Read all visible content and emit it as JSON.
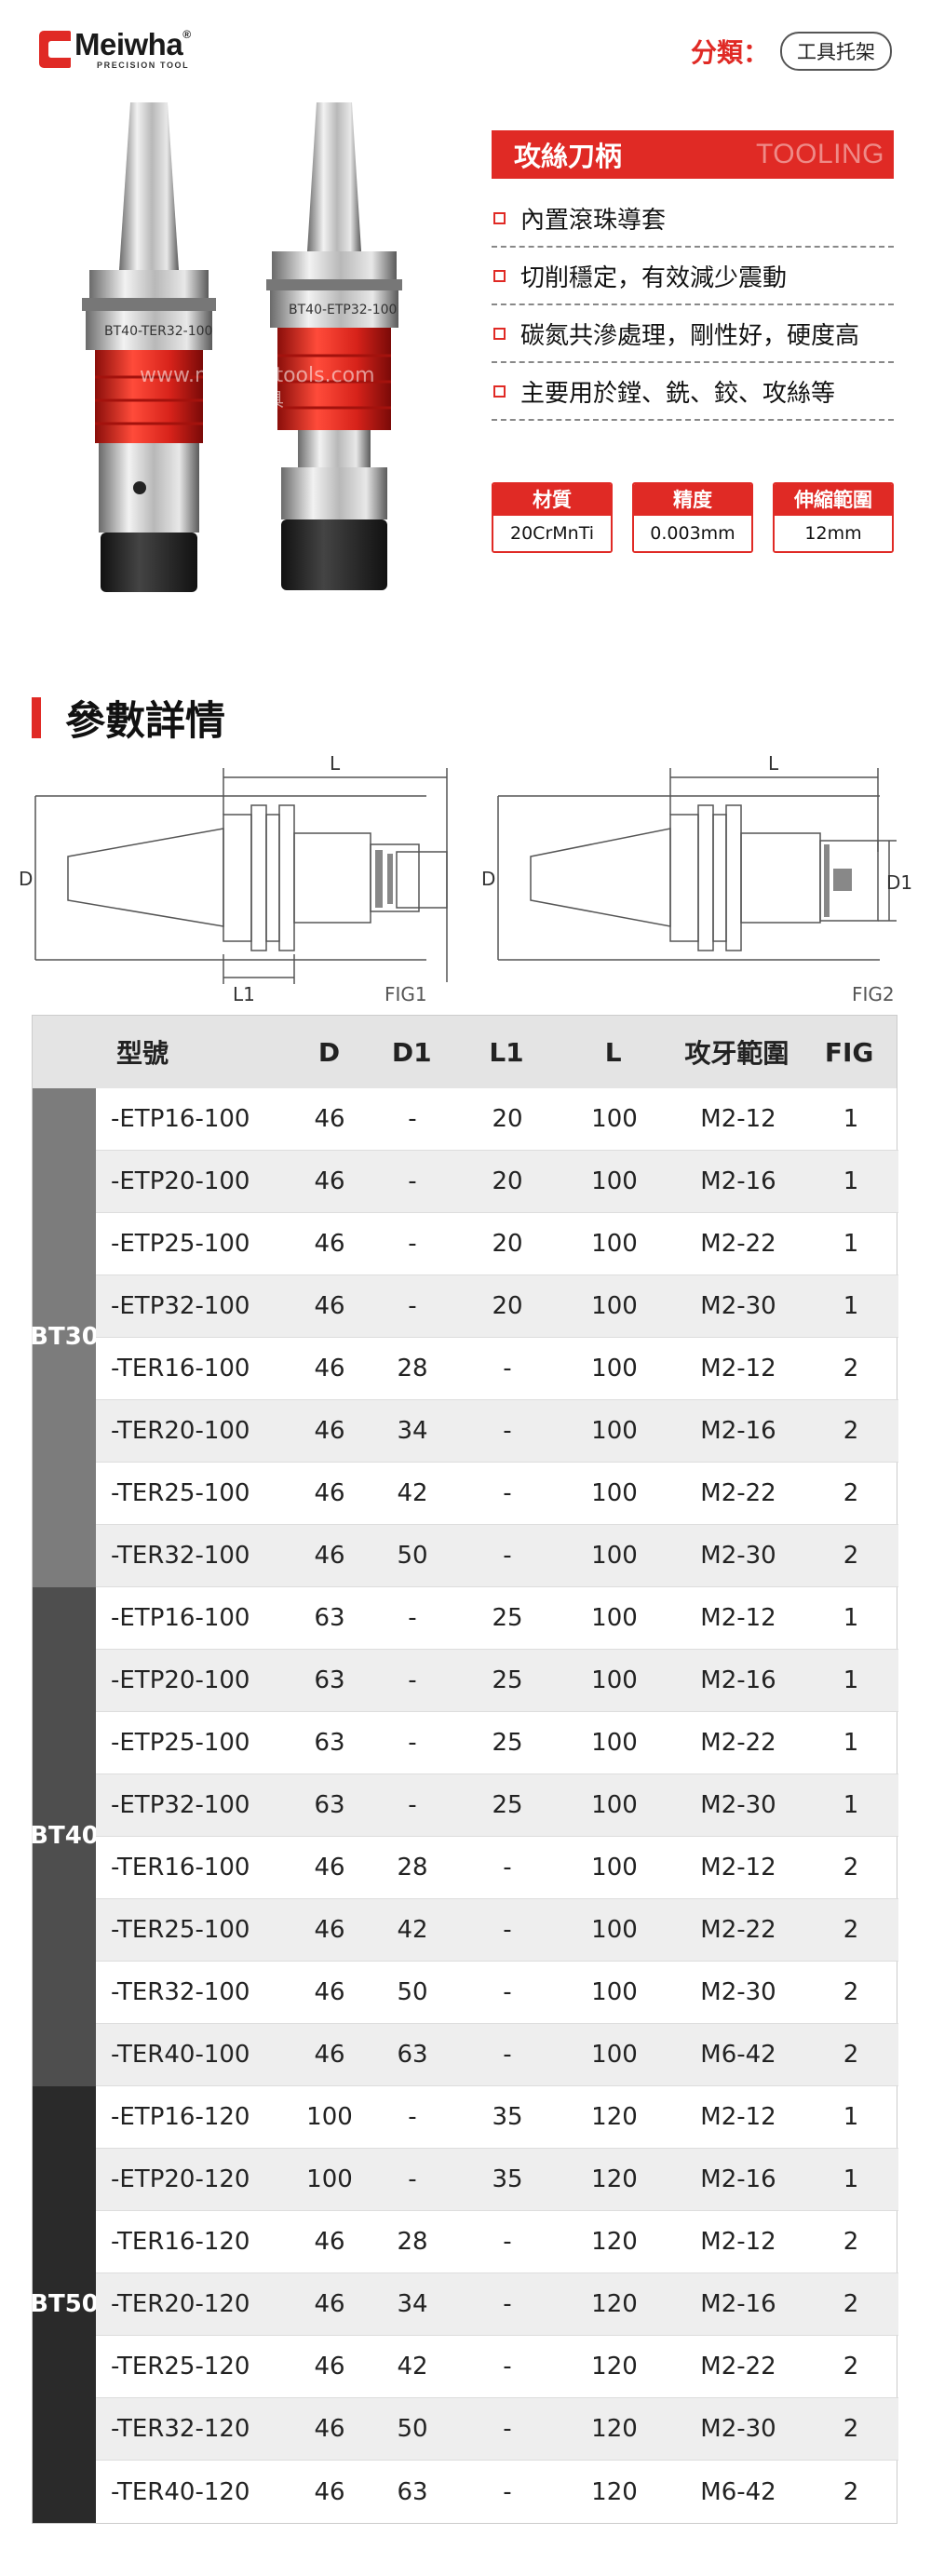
{
  "brand": {
    "name": "Meiwha",
    "registered": "®",
    "sub": "PRECISION TOOL"
  },
  "category": {
    "label": "分類：",
    "tag": "工具托架"
  },
  "product": {
    "engraving_left": "BT40-TER32-100",
    "engraving_right": "BT40-ETP32-100",
    "watermark_en": "www.meiwhatools.com",
    "watermark_cn": "梅华工具"
  },
  "title": {
    "cn": "攻絲刀柄",
    "en": "TOOLING"
  },
  "features": [
    "內置滾珠導套",
    "切削穩定，有效減少震動",
    "碳氮共滲處理，剛性好，硬度高",
    "主要用於鏜、銑、鉸、攻絲等"
  ],
  "specs": [
    {
      "label": "材質",
      "value": "20CrMnTi"
    },
    {
      "label": "精度",
      "value": "0.003mm"
    },
    {
      "label": "伸縮範圍",
      "value": "12mm"
    }
  ],
  "section": {
    "title": "參數詳情"
  },
  "fig1": {
    "caption": "FIG1",
    "L": "L",
    "D": "D",
    "L1": "L1"
  },
  "fig2": {
    "caption": "FIG2",
    "L": "L",
    "D": "D",
    "D1": "D1"
  },
  "table": {
    "headers": {
      "model": "型號",
      "d": "D",
      "d1": "D1",
      "l1": "L1",
      "l": "L",
      "tap": "攻牙範圍",
      "fig": "FIG"
    },
    "groups": [
      {
        "label_top": "BT",
        "label_bottom": "30",
        "rows": [
          {
            "model": "-ETP16-100",
            "d": "46",
            "d1": "-",
            "l1": "20",
            "l": "100",
            "tap": "M2-12",
            "fig": "1"
          },
          {
            "model": "-ETP20-100",
            "d": "46",
            "d1": "-",
            "l1": "20",
            "l": "100",
            "tap": "M2-16",
            "fig": "1"
          },
          {
            "model": "-ETP25-100",
            "d": "46",
            "d1": "-",
            "l1": "20",
            "l": "100",
            "tap": "M2-22",
            "fig": "1"
          },
          {
            "model": "-ETP32-100",
            "d": "46",
            "d1": "-",
            "l1": "20",
            "l": "100",
            "tap": "M2-30",
            "fig": "1"
          },
          {
            "model": "-TER16-100",
            "d": "46",
            "d1": "28",
            "l1": "-",
            "l": "100",
            "tap": "M2-12",
            "fig": "2"
          },
          {
            "model": "-TER20-100",
            "d": "46",
            "d1": "34",
            "l1": "-",
            "l": "100",
            "tap": "M2-16",
            "fig": "2"
          },
          {
            "model": "-TER25-100",
            "d": "46",
            "d1": "42",
            "l1": "-",
            "l": "100",
            "tap": "M2-22",
            "fig": "2"
          },
          {
            "model": "-TER32-100",
            "d": "46",
            "d1": "50",
            "l1": "-",
            "l": "100",
            "tap": "M2-30",
            "fig": "2"
          }
        ]
      },
      {
        "label_top": "BT",
        "label_bottom": "40",
        "rows": [
          {
            "model": "-ETP16-100",
            "d": "63",
            "d1": "-",
            "l1": "25",
            "l": "100",
            "tap": "M2-12",
            "fig": "1"
          },
          {
            "model": "-ETP20-100",
            "d": "63",
            "d1": "-",
            "l1": "25",
            "l": "100",
            "tap": "M2-16",
            "fig": "1"
          },
          {
            "model": "-ETP25-100",
            "d": "63",
            "d1": "-",
            "l1": "25",
            "l": "100",
            "tap": "M2-22",
            "fig": "1"
          },
          {
            "model": "-ETP32-100",
            "d": "63",
            "d1": "-",
            "l1": "25",
            "l": "100",
            "tap": "M2-30",
            "fig": "1"
          },
          {
            "model": "-TER16-100",
            "d": "46",
            "d1": "28",
            "l1": "-",
            "l": "100",
            "tap": "M2-12",
            "fig": "2"
          },
          {
            "model": "-TER25-100",
            "d": "46",
            "d1": "42",
            "l1": "-",
            "l": "100",
            "tap": "M2-22",
            "fig": "2"
          },
          {
            "model": "-TER32-100",
            "d": "46",
            "d1": "50",
            "l1": "-",
            "l": "100",
            "tap": "M2-30",
            "fig": "2"
          },
          {
            "model": "-TER40-100",
            "d": "46",
            "d1": "63",
            "l1": "-",
            "l": "100",
            "tap": "M6-42",
            "fig": "2"
          }
        ]
      },
      {
        "label_top": "BT",
        "label_bottom": "50",
        "rows": [
          {
            "model": "-ETP16-120",
            "d": "100",
            "d1": "-",
            "l1": "35",
            "l": "120",
            "tap": "M2-12",
            "fig": "1"
          },
          {
            "model": "-ETP20-120",
            "d": "100",
            "d1": "-",
            "l1": "35",
            "l": "120",
            "tap": "M2-16",
            "fig": "1"
          },
          {
            "model": "-TER16-120",
            "d": "46",
            "d1": "28",
            "l1": "-",
            "l": "120",
            "tap": "M2-12",
            "fig": "2"
          },
          {
            "model": "-TER20-120",
            "d": "46",
            "d1": "34",
            "l1": "-",
            "l": "120",
            "tap": "M2-16",
            "fig": "2"
          },
          {
            "model": "-TER25-120",
            "d": "46",
            "d1": "42",
            "l1": "-",
            "l": "120",
            "tap": "M2-22",
            "fig": "2"
          },
          {
            "model": "-TER32-120",
            "d": "46",
            "d1": "50",
            "l1": "-",
            "l": "120",
            "tap": "M2-30",
            "fig": "2"
          },
          {
            "model": "-TER40-120",
            "d": "46",
            "d1": "63",
            "l1": "-",
            "l": "120",
            "tap": "M6-42",
            "fig": "2"
          }
        ]
      }
    ]
  }
}
